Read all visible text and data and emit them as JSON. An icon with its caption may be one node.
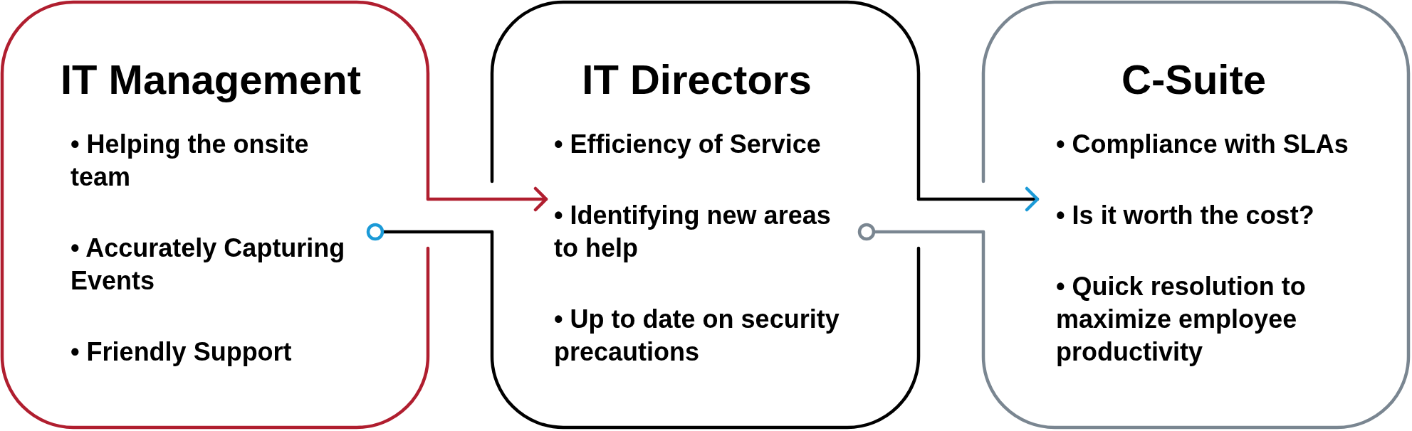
{
  "diagram": {
    "nodes": [
      {
        "text": [
          "IT Management",
          "• Helping the onsite team",
          "• Accurately Capturing Events",
          "• Friendly Support"
        ]
      },
      {
        "text": [
          "IT Directors",
          "• Efficiency of Service",
          "• Identifying new areas to help",
          "• Up to date on security precautions"
        ]
      },
      {
        "text": [
          "C-Suite",
          "• Compliance with SLAs",
          "• Is it worth the cost?",
          "• Quick resolution to maximize employee productivity"
        ]
      }
    ],
    "edges": [
      {
        "from": 0,
        "to": 1,
        "arrow": "to",
        "color": "#b01e2f"
      },
      {
        "from": 1,
        "to": 0,
        "arrow": "other"
      },
      {
        "from": 1,
        "to": 2,
        "arrow": "to"
      },
      {
        "from": 2,
        "to": 1,
        "arrow": "other",
        "color": "#7a8691"
      }
    ]
  }
}
